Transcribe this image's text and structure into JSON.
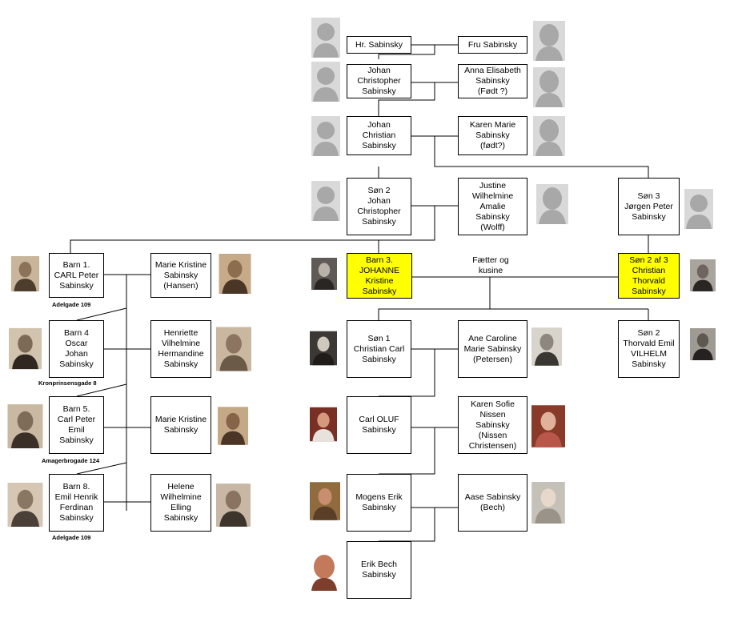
{
  "people": [
    {
      "id": "hr",
      "label": "Hr. Sabinsky"
    },
    {
      "id": "fru",
      "label": "Fru Sabinsky"
    },
    {
      "id": "johchr1",
      "label": "Johan\nChristopher\nSabinsky"
    },
    {
      "id": "anna",
      "label": "Anna Elisabeth\nSabinsky\n(Født ?)"
    },
    {
      "id": "johchr",
      "label": "Johan\nChristian\nSabinsky"
    },
    {
      "id": "karenm",
      "label": "Karen Marie\nSabinsky\n(født?)"
    },
    {
      "id": "son2jc",
      "label": "Søn 2\nJohan\nChristopher\nSabinsky"
    },
    {
      "id": "justine",
      "label": "Justine\nWilhelmine\nAmalie\nSabinsky\n(Wolff)"
    },
    {
      "id": "son3jp",
      "label": "Søn 3\nJørgen Peter\nSabinsky"
    },
    {
      "id": "barn1",
      "label": "Barn 1.\nCARL Peter\nSabinsky"
    },
    {
      "id": "mk1",
      "label": "Marie Kristine\nSabinsky\n(Hansen)"
    },
    {
      "id": "barn4",
      "label": "Barn 4\nOscar\nJohan\nSabinsky"
    },
    {
      "id": "henri",
      "label": "Henriette\nVilhelmine\nHermandine\nSabinsky"
    },
    {
      "id": "barn5",
      "label": "Barn 5.\nCarl Peter\nEmil\nSabinsky"
    },
    {
      "id": "mk2",
      "label": "Marie Kristine\nSabinsky"
    },
    {
      "id": "barn8",
      "label": "Barn 8.\nEmil Henrik\nFerdinan\nSabinsky"
    },
    {
      "id": "helene",
      "label": "Helene\nWilhelmine\nElling\nSabinsky"
    },
    {
      "id": "johanne",
      "label": "Barn 3.\nJOHANNE\nKristine\nSabinsky"
    },
    {
      "id": "son2af3",
      "label": "Søn 2 af 3\nChristian\nThorvald\nSabinsky"
    },
    {
      "id": "son1cc",
      "label": "Søn 1\nChristian Carl\nSabinsky"
    },
    {
      "id": "ane",
      "label": "Ane Caroline\nMarie Sabinsky\n(Petersen)"
    },
    {
      "id": "son2te",
      "label": "Søn 2\nThorvald Emil\nVILHELM\nSabinsky"
    },
    {
      "id": "oluf",
      "label": "Carl OLUF\nSabinsky"
    },
    {
      "id": "karens",
      "label": "Karen Sofie\nNissen\nSabinsky\n(Nissen\nChristensen)"
    },
    {
      "id": "mogens",
      "label": "Mogens Erik\nSabinsky"
    },
    {
      "id": "aase",
      "label": "Aase Sabinsky\n(Bech)"
    },
    {
      "id": "erik",
      "label": "Erik Bech\nSabinsky"
    }
  ],
  "addresses": {
    "barn1": "Adelgade 109",
    "barn4": "Kronprinsensgade 8",
    "barn5": "Amagerbrogade 124",
    "barn8": "Adelgade 109"
  },
  "cousins_label": "Fætter og\nkusine",
  "colors": {
    "highlight": "#ffff00",
    "line": "#000000",
    "silhouette": "#c9c9c9"
  }
}
